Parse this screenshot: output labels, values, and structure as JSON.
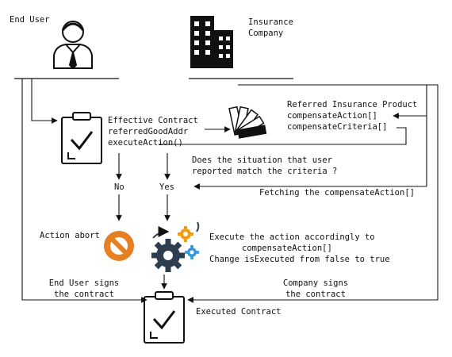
{
  "actors": {
    "end_user": "End User",
    "insurance_company_line1": "Insurance",
    "insurance_company_line2": "Company"
  },
  "contract": {
    "title": "Effective Contract",
    "field1": "referredGoodAddr",
    "field2": "executeAction()"
  },
  "product": {
    "title": "Referred Insurance Product",
    "field1": "compensateAction[]",
    "field2": "compensateCriteria[]"
  },
  "question": {
    "line1": "Does the situation that user",
    "line2": "reported match the criteria ?"
  },
  "fetching": "Fetching the compensateAction[]",
  "branches": {
    "no": "No",
    "yes": "Yes"
  },
  "abort": "Action abort",
  "execute": {
    "line1": "Execute the action accordingly to",
    "line2": "compensateAction[]",
    "line3": "Change isExecuted from false to true"
  },
  "signatures": {
    "user_line1": "End User signs",
    "user_line2": "the contract",
    "company_line1": "Company signs",
    "company_line2": "the contract"
  },
  "executed": "Executed Contract",
  "colors": {
    "line": "#111111",
    "gear_dark": "#2d3e50",
    "gear_orange": "#f39c12",
    "gear_blue": "#3498db",
    "stop_orange": "#e67e22"
  }
}
